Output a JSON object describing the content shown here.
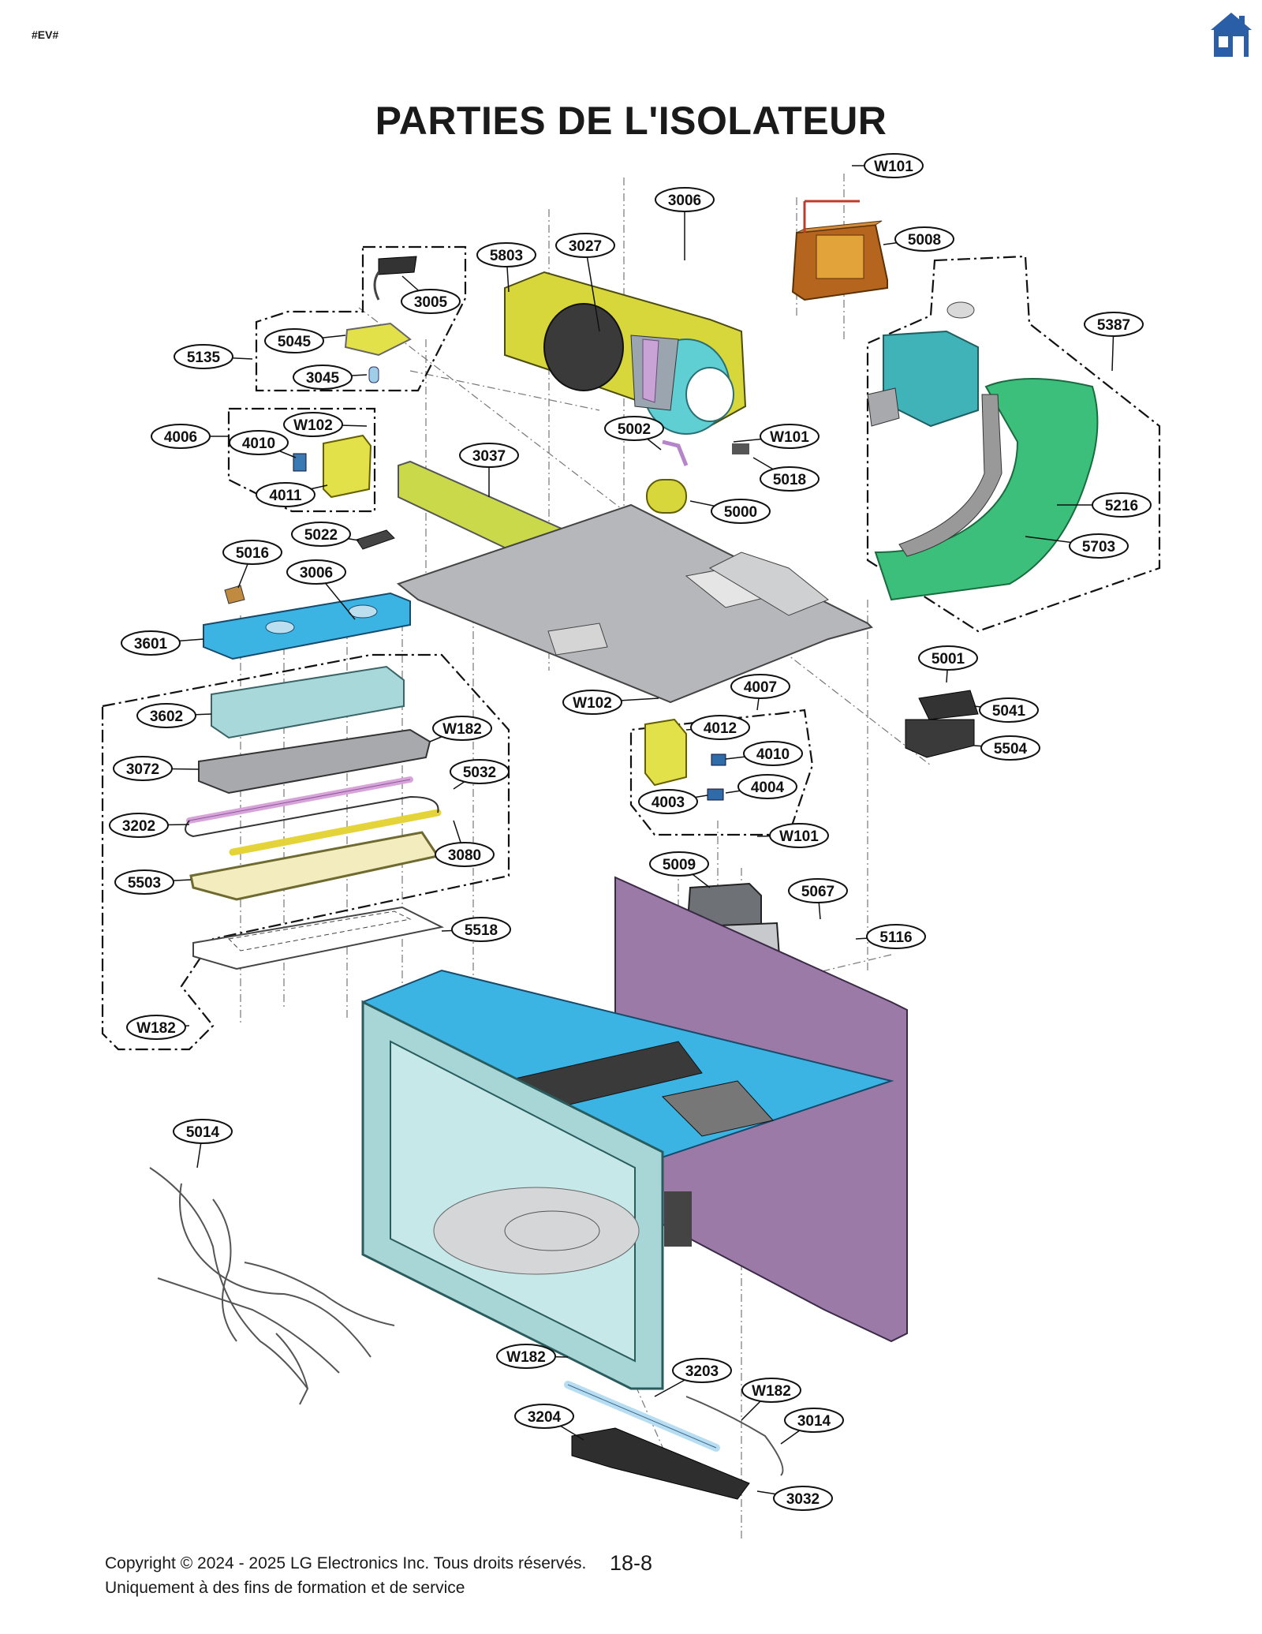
{
  "header": {
    "tag": "#EV#",
    "home_icon": "home-icon",
    "title": "PARTIES DE L'ISOLATEUR"
  },
  "colors": {
    "home_icon": "#2a5fa8",
    "cyan_parts": "#3bb4e4",
    "teal_parts": "#3fb3b8",
    "green_parts": "#3bbf7a",
    "purple_panel": "#9b7aa8",
    "yellow_parts": "#d7d63a",
    "gray_parts": "#a7a9ac",
    "transformer": "#b5651d"
  },
  "callouts": [
    {
      "id": "W101",
      "label": "W101"
    },
    {
      "id": "3006a",
      "label": "3006"
    },
    {
      "id": "5008",
      "label": "5008"
    },
    {
      "id": "5803",
      "label": "5803"
    },
    {
      "id": "3027",
      "label": "3027"
    },
    {
      "id": "3005",
      "label": "3005"
    },
    {
      "id": "5387",
      "label": "5387"
    },
    {
      "id": "5045",
      "label": "5045"
    },
    {
      "id": "5135",
      "label": "5135"
    },
    {
      "id": "3045",
      "label": "3045"
    },
    {
      "id": "W102a",
      "label": "W102"
    },
    {
      "id": "4006",
      "label": "4006"
    },
    {
      "id": "4010a",
      "label": "4010"
    },
    {
      "id": "5002",
      "label": "5002"
    },
    {
      "id": "W101b",
      "label": "W101"
    },
    {
      "id": "3037",
      "label": "3037"
    },
    {
      "id": "5018",
      "label": "5018"
    },
    {
      "id": "4011",
      "label": "4011"
    },
    {
      "id": "5216",
      "label": "5216"
    },
    {
      "id": "5000",
      "label": "5000"
    },
    {
      "id": "5022",
      "label": "5022"
    },
    {
      "id": "5703",
      "label": "5703"
    },
    {
      "id": "5016",
      "label": "5016"
    },
    {
      "id": "3006b",
      "label": "3006"
    },
    {
      "id": "3601",
      "label": "3601"
    },
    {
      "id": "5001",
      "label": "5001"
    },
    {
      "id": "4007",
      "label": "4007"
    },
    {
      "id": "W102b",
      "label": "W102"
    },
    {
      "id": "5041",
      "label": "5041"
    },
    {
      "id": "3602",
      "label": "3602"
    },
    {
      "id": "4012",
      "label": "4012"
    },
    {
      "id": "W182a",
      "label": "W182"
    },
    {
      "id": "5504",
      "label": "5504"
    },
    {
      "id": "4010b",
      "label": "4010"
    },
    {
      "id": "3072",
      "label": "3072"
    },
    {
      "id": "5032",
      "label": "5032"
    },
    {
      "id": "4004",
      "label": "4004"
    },
    {
      "id": "4003",
      "label": "4003"
    },
    {
      "id": "3202",
      "label": "3202"
    },
    {
      "id": "W101c",
      "label": "W101"
    },
    {
      "id": "3080",
      "label": "3080"
    },
    {
      "id": "5009",
      "label": "5009"
    },
    {
      "id": "5503",
      "label": "5503"
    },
    {
      "id": "5067",
      "label": "5067"
    },
    {
      "id": "5518",
      "label": "5518"
    },
    {
      "id": "5116",
      "label": "5116"
    },
    {
      "id": "W182b",
      "label": "W182"
    },
    {
      "id": "5014",
      "label": "5014"
    },
    {
      "id": "W182c",
      "label": "W182"
    },
    {
      "id": "3203",
      "label": "3203"
    },
    {
      "id": "W182d",
      "label": "W182"
    },
    {
      "id": "3204",
      "label": "3204"
    },
    {
      "id": "3014",
      "label": "3014"
    },
    {
      "id": "3032",
      "label": "3032"
    }
  ],
  "footer": {
    "copyright": "Copyright © 2024 - 2025 LG Electronics Inc. Tous droits réservés.",
    "note": "Uniquement à des fins de formation et de service",
    "page_number": "18-8"
  }
}
